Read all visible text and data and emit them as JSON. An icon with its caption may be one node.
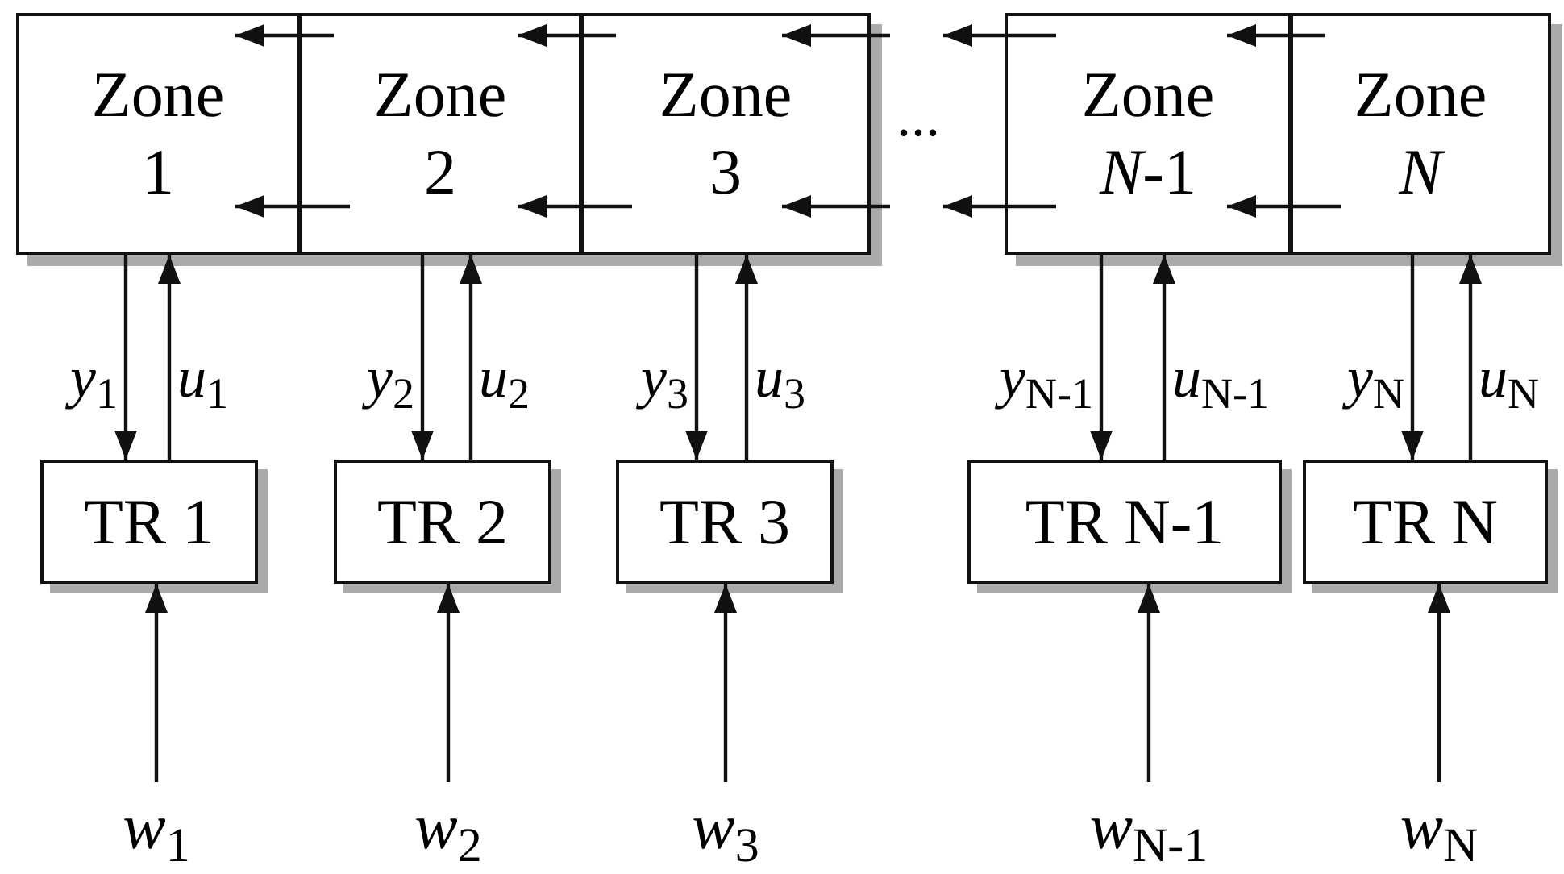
{
  "diagram": {
    "nodes": [
      {
        "text": [
          "Zone",
          "1"
        ]
      },
      {
        "text": [
          "Zone",
          "2"
        ]
      },
      {
        "text": [
          "Zone",
          "3"
        ]
      },
      {
        "text": [
          "Zone",
          "*N*-1"
        ]
      },
      {
        "text": [
          "Zone",
          "*N*"
        ]
      },
      {
        "text": [
          "TR 1"
        ]
      },
      {
        "text": [
          "TR 2"
        ]
      },
      {
        "text": [
          "TR 3"
        ]
      },
      {
        "text": [
          "TR N-1"
        ]
      },
      {
        "text": [
          "TR N"
        ]
      },
      {
        "text": [
          "*w*$_{1}$"
        ]
      },
      {
        "text": [
          "*w*$_{2}$"
        ]
      },
      {
        "text": [
          "*w*$_{3}$"
        ]
      },
      {
        "text": [
          "*w*$_{N-1}$"
        ]
      },
      {
        "text": [
          "*w*$_{N}$"
        ]
      }
    ],
    "edges": [
      {
        "from": 1,
        "to": 0,
        "arrow": "to"
      },
      {
        "from": 1,
        "to": 0,
        "arrow": "to"
      },
      {
        "from": 2,
        "to": 1,
        "arrow": "to"
      },
      {
        "from": 2,
        "to": 1,
        "arrow": "to"
      },
      {
        "from": null,
        "to": 2,
        "arrow": "to"
      },
      {
        "from": null,
        "to": 2,
        "arrow": "to"
      },
      {
        "from": 3,
        "to": null,
        "arrow": "to"
      },
      {
        "from": 3,
        "to": null,
        "arrow": "to"
      },
      {
        "from": 4,
        "to": 3,
        "arrow": "to"
      },
      {
        "from": 4,
        "to": 3,
        "arrow": "to"
      },
      {
        "from": 0,
        "to": 5,
        "arrow": "to",
        "label": "*y*$_{1}$"
      },
      {
        "from": 5,
        "to": 0,
        "arrow": "to",
        "label": "*u*$_{1}$"
      },
      {
        "from": 10,
        "to": 5,
        "arrow": "to"
      },
      {
        "from": 1,
        "to": 6,
        "arrow": "to",
        "label": "*y*$_{2}$"
      },
      {
        "from": 6,
        "to": 1,
        "arrow": "to",
        "label": "*u*$_{2}$"
      },
      {
        "from": 11,
        "to": 6,
        "arrow": "to"
      },
      {
        "from": 2,
        "to": 7,
        "arrow": "to",
        "label": "*y*$_{3}$"
      },
      {
        "from": 7,
        "to": 2,
        "arrow": "to",
        "label": "*u*$_{3}$"
      },
      {
        "from": 12,
        "to": 7,
        "arrow": "to"
      },
      {
        "from": 3,
        "to": 8,
        "arrow": "to",
        "label": "*y*$_{N-1}$"
      },
      {
        "from": 8,
        "to": 3,
        "arrow": "to",
        "label": "*u*$_{N-1}$"
      },
      {
        "from": 13,
        "to": 8,
        "arrow": "to"
      },
      {
        "from": 4,
        "to": 9,
        "arrow": "to",
        "label": "*y*$_{N}$"
      },
      {
        "from": 9,
        "to": 4,
        "arrow": "to",
        "label": "*u*$_{N}$"
      },
      {
        "from": 14,
        "to": 9,
        "arrow": "to"
      }
    ],
    "labels": [
      "..."
    ]
  }
}
